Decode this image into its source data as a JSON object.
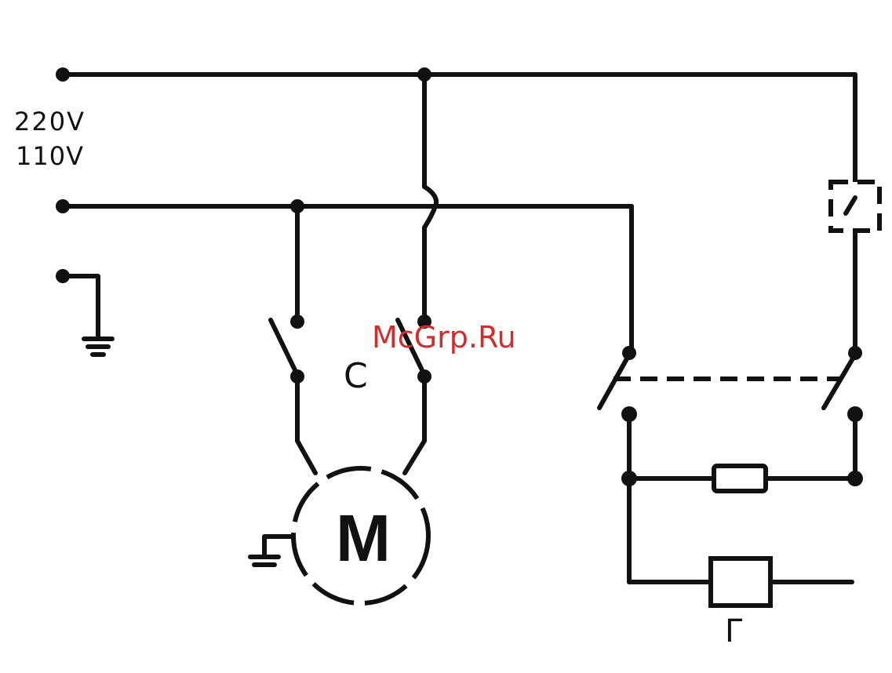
{
  "labels": {
    "voltage_high": "220V",
    "voltage_low": "110V",
    "capacitor": "C",
    "motor": "M",
    "bottom_component": "Г"
  },
  "watermark": {
    "text": "McGrp.Ru",
    "color": "#d42b2b"
  },
  "colors": {
    "line": "#111111",
    "background": "#ffffff"
  },
  "icons": {
    "ground": "ground-icon",
    "terminal": "terminal-dot-icon",
    "switch": "switch-contact-icon"
  }
}
